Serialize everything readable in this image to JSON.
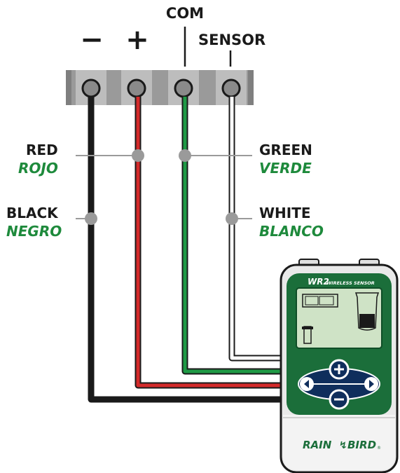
{
  "terminal_signs": {
    "minus": "−",
    "plus": "+"
  },
  "terminal_labels": {
    "com": "COM",
    "sensor": "SENSOR"
  },
  "wires": {
    "red": {
      "en": "RED",
      "es": "ROJO"
    },
    "black": {
      "en": "BLACK",
      "es": "NEGRO"
    },
    "green": {
      "en": "GREEN",
      "es": "VERDE"
    },
    "white": {
      "en": "WHITE",
      "es": "BLANCO"
    }
  },
  "device": {
    "model": "WR2",
    "model_sub": "WIRELESS SENSOR",
    "brand": "RAIN BIRD",
    "brand_mark": "RAIN",
    "brand_mark2": "BIRD",
    "registered": "®",
    "buttons": [
      "plus-icon",
      "minus-icon",
      "left-arrow-icon",
      "right-arrow-icon"
    ]
  },
  "colors": {
    "label_black": "#1a1a1a",
    "label_green": "#1e8a3c",
    "wire_black": "#1a1a1a",
    "wire_red": "#d42a2a",
    "wire_green": "#1f9a45",
    "wire_white": "#ffffff",
    "device_green": "#1b6e3a",
    "terminal_gray": "#9a9a9a"
  }
}
